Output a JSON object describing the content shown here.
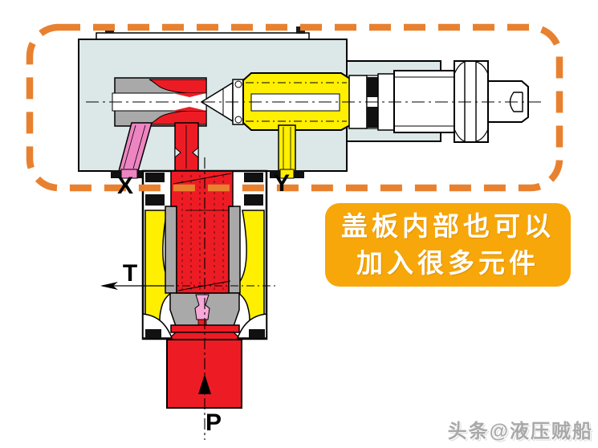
{
  "diagram": {
    "type": "hydraulic-cartridge-relief-valve-cross-section",
    "labels": {
      "x": "X",
      "y": "Y",
      "t": "T",
      "p": "P"
    },
    "colors": {
      "cover_body": "#dce8e8",
      "flow_pressure_red": "#ed1c24",
      "flow_tank_yellow": "#ffef00",
      "pilot_pink": "#ee85c2",
      "orifice_pink": "#f7a8d8",
      "steel_gray": "#a9a9a9",
      "highlight_dash_orange": "#e8812f"
    },
    "highlight": {
      "style": "dashed-rounded-rectangle",
      "color": "#e8812f"
    }
  },
  "callout": {
    "line1": "盖板内部也可以",
    "line2": "加入很多元件",
    "bg_color": "#f7a70a",
    "text_color": "#ffffff"
  },
  "watermark": {
    "text": "头条@液压贼船",
    "color": "#a9a9a9"
  }
}
